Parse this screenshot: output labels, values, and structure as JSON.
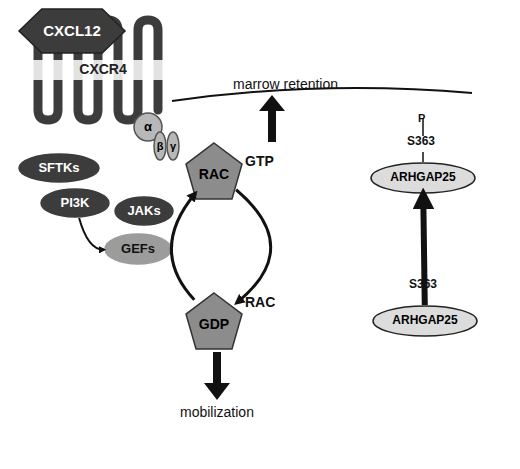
{
  "diagram": {
    "nodes": [
      {
        "text": [
          "CXCL12"
        ]
      },
      {
        "text": [
          "CXCR4"
        ]
      },
      {
        "text": [
          "α"
        ]
      },
      {
        "text": [
          "β"
        ]
      },
      {
        "text": [
          "γ"
        ]
      },
      {
        "text": [
          "SFTKs"
        ]
      },
      {
        "text": [
          "PI3K"
        ]
      },
      {
        "text": [
          "JAKs"
        ]
      },
      {
        "text": [
          "GEFs"
        ]
      },
      {
        "text": [
          "RAC",
          "GTP"
        ]
      },
      {
        "text": [
          "RAC",
          "GDP"
        ]
      },
      {
        "text": [
          "P",
          "S363",
          "ARHGAP25"
        ]
      },
      {
        "text": [
          "S363",
          "ARHGAP25"
        ]
      }
    ],
    "edges": [
      {
        "from": 6,
        "to": 8,
        "arrow": "to"
      },
      {
        "from": 10,
        "to": 9,
        "arrow": "to"
      },
      {
        "from": 9,
        "to": 10,
        "arrow": "to"
      },
      {
        "from": 12,
        "to": 11,
        "arrow": "to"
      }
    ],
    "labels": [
      "marrow retention",
      "mobilization"
    ]
  }
}
